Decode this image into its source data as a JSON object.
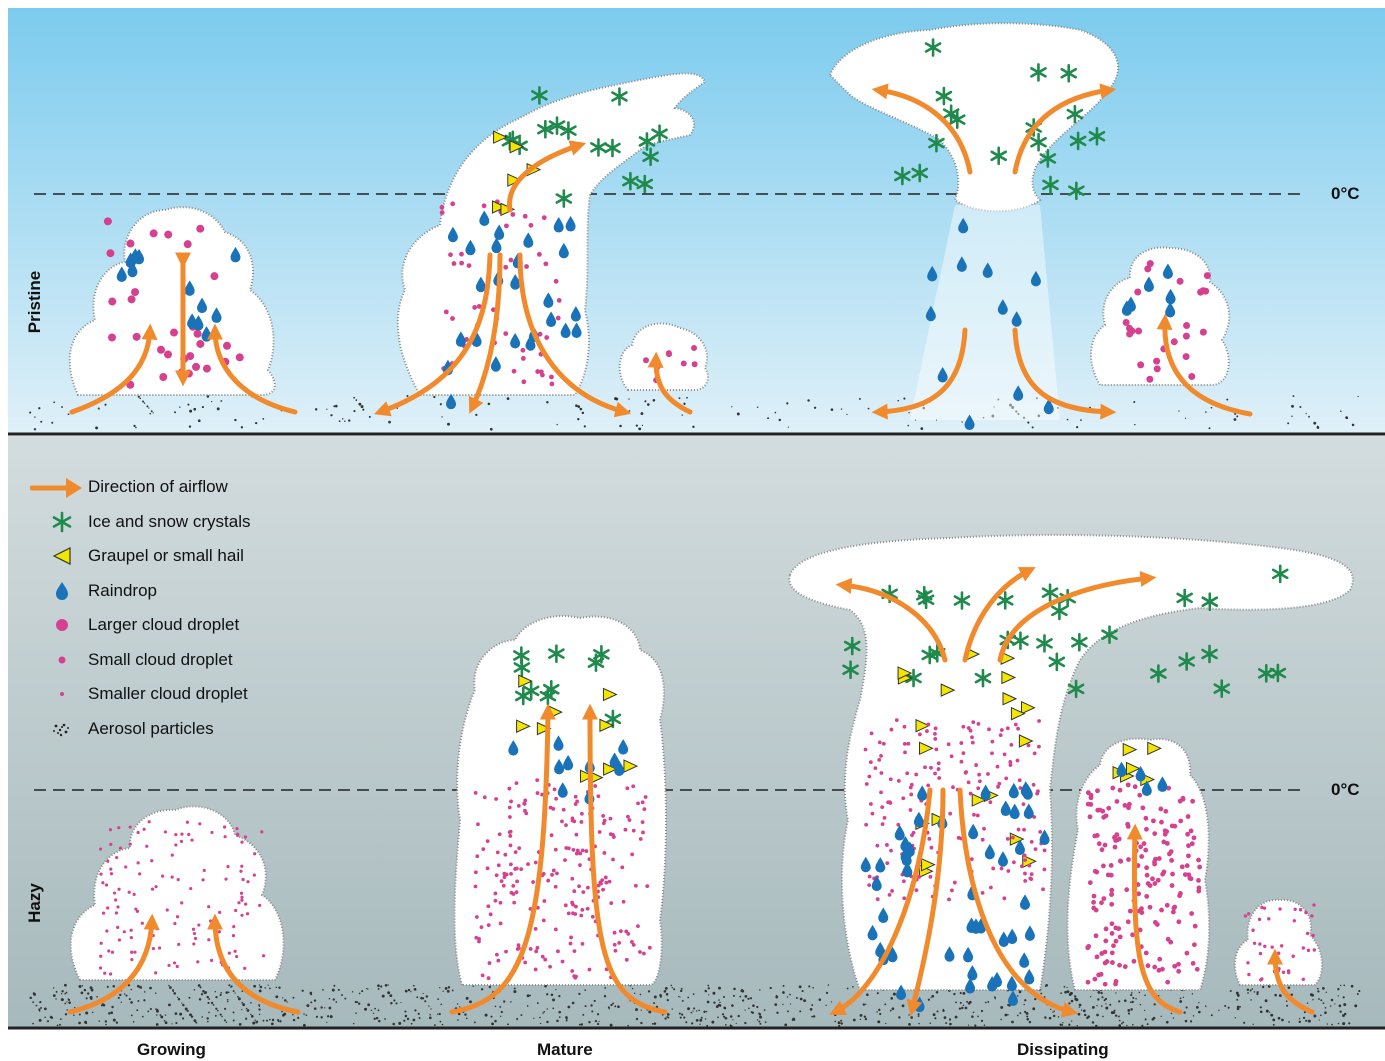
{
  "rows": {
    "top": {
      "label": "Pristine",
      "freezing_label": "0°C"
    },
    "bottom": {
      "label": "Hazy",
      "freezing_label": "0°C"
    }
  },
  "stages": [
    "Growing",
    "Mature",
    "Dissipating"
  ],
  "legend": [
    {
      "symbol": "arrow-icon",
      "label": "Direction of airflow"
    },
    {
      "symbol": "asterisk-icon",
      "label": "Ice and snow crystals"
    },
    {
      "symbol": "triangle-icon",
      "label": "Graupel or small hail"
    },
    {
      "symbol": "raindrop-icon",
      "label": "Raindrop"
    },
    {
      "symbol": "large-dot-icon",
      "label": "Larger cloud droplet"
    },
    {
      "symbol": "small-dot-icon",
      "label": "Small cloud droplet"
    },
    {
      "symbol": "tiny-dot-icon",
      "label": "Smaller cloud droplet"
    },
    {
      "symbol": "aerosol-icon",
      "label": "Aerosol particles"
    }
  ],
  "colors": {
    "sky_top": "#7ccbee",
    "sky_bottom": "#d9eef8",
    "haze_top": "#cfd9dc",
    "haze_bottom": "#a9bcbf",
    "arrow": "#f08a2c",
    "ice": "#1f8a4c",
    "graupel": "#f2e600",
    "rain": "#1a72b8",
    "droplet": "#d6418f"
  }
}
